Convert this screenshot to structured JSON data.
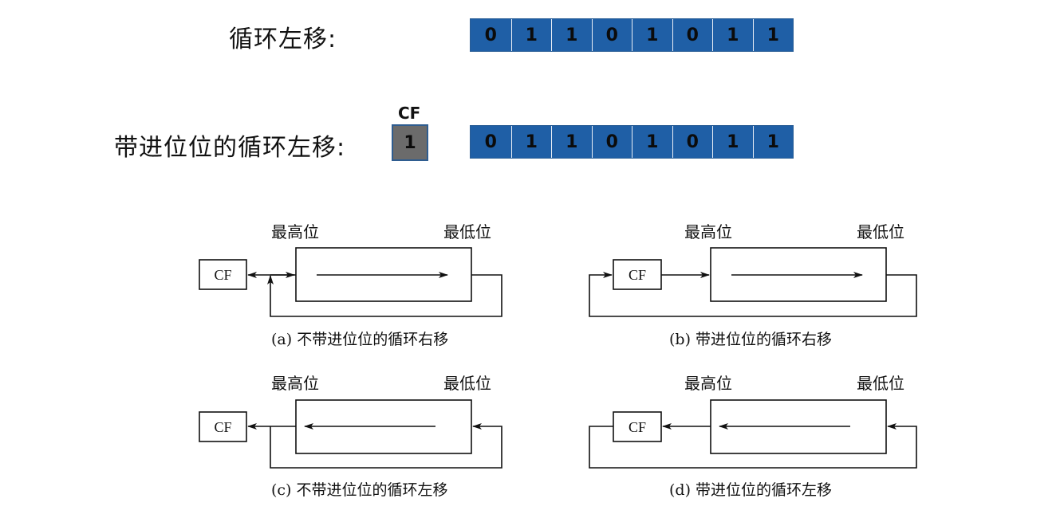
{
  "rotate_left": {
    "label": "循环左移:",
    "bits": [
      "0",
      "1",
      "1",
      "0",
      "1",
      "0",
      "1",
      "1"
    ]
  },
  "rotate_left_carry": {
    "label": "带进位位的循环左移:",
    "cf_title": "CF",
    "cf_value": "1",
    "bits": [
      "0",
      "1",
      "1",
      "0",
      "1",
      "0",
      "1",
      "1"
    ]
  },
  "diagrams": {
    "a": {
      "msb": "最高位",
      "lsb": "最低位",
      "cf": "CF",
      "caption": "(a) 不带进位位的循环右移"
    },
    "b": {
      "msb": "最高位",
      "lsb": "最低位",
      "cf": "CF",
      "caption": "(b) 带进位位的循环右移"
    },
    "c": {
      "msb": "最高位",
      "lsb": "最低位",
      "cf": "CF",
      "caption": "(c) 不带进位位的循环左移"
    },
    "d": {
      "msb": "最高位",
      "lsb": "最低位",
      "cf": "CF",
      "caption": "(d) 带进位位的循环左移"
    }
  },
  "colors": {
    "register_fill": "#1f5fa6",
    "cf_fill": "#6b6b6b",
    "line": "#111111"
  }
}
